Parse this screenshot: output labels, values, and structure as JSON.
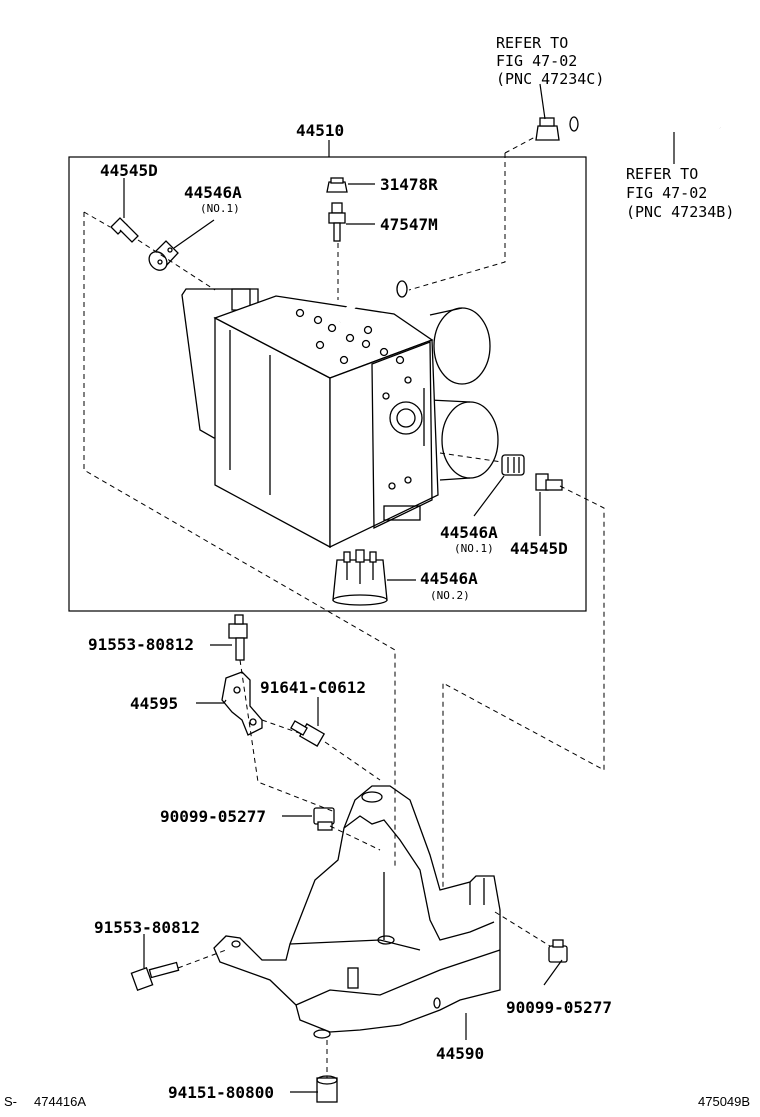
{
  "refs": {
    "top": [
      "REFER TO",
      "FIG 47-02",
      "(PNC 47234C)"
    ],
    "right": [
      "REFER TO",
      "FIG 47-02",
      "(PNC 47234B)"
    ]
  },
  "labels": {
    "assembly": "44510",
    "bolt_top_left": "44545D",
    "insulator_top_left": "44546A",
    "insulator_top_left_sub": "(NO.1)",
    "cap": "31478R",
    "connector": "47547M",
    "insulator_right": "44546A",
    "insulator_right_sub": "(NO.1)",
    "bolt_right": "44545D",
    "insulator_bottom": "44546A",
    "insulator_bottom_sub": "(NO.2)",
    "bolt_upper": "91553-80812",
    "bracket_small": "44595",
    "bolt_small": "91641-C0612",
    "nut_left": "90099-05277",
    "bolt_lower": "91553-80812",
    "nut_right": "90099-05277",
    "bracket_main": "44590",
    "nut_bottom": "94151-80800"
  },
  "footer": {
    "left_prefix": "S-",
    "left_code": "474416A",
    "right_code": "475049B"
  }
}
